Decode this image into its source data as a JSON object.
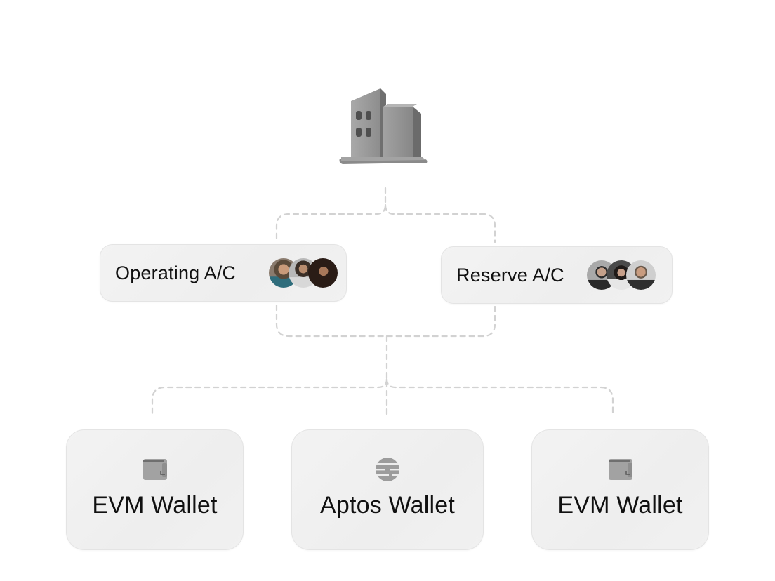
{
  "root": {
    "icon": "building-icon",
    "label": ""
  },
  "accounts": [
    {
      "label": "Operating A/C",
      "members": [
        {
          "icon": "avatar-man-sunglasses"
        },
        {
          "icon": "avatar-man-long-hair"
        },
        {
          "icon": "avatar-woman-curly-hair"
        }
      ]
    },
    {
      "label": "Reserve A/C",
      "members": [
        {
          "icon": "avatar-man-short-hair"
        },
        {
          "icon": "avatar-woman-dark-hair"
        },
        {
          "icon": "avatar-man-glasses"
        }
      ]
    }
  ],
  "wallets": [
    {
      "label": "EVM Wallet",
      "icon": "wallet-icon"
    },
    {
      "label": "Aptos Wallet",
      "icon": "aptos-logo-icon"
    },
    {
      "label": "EVM Wallet",
      "icon": "wallet-icon"
    }
  ],
  "colors": {
    "connector": "#d4d4d4",
    "node_bg": "#efefef",
    "node_border": "#e4e4e4",
    "text": "#111111",
    "icon_gray": "#9a9a9a"
  }
}
